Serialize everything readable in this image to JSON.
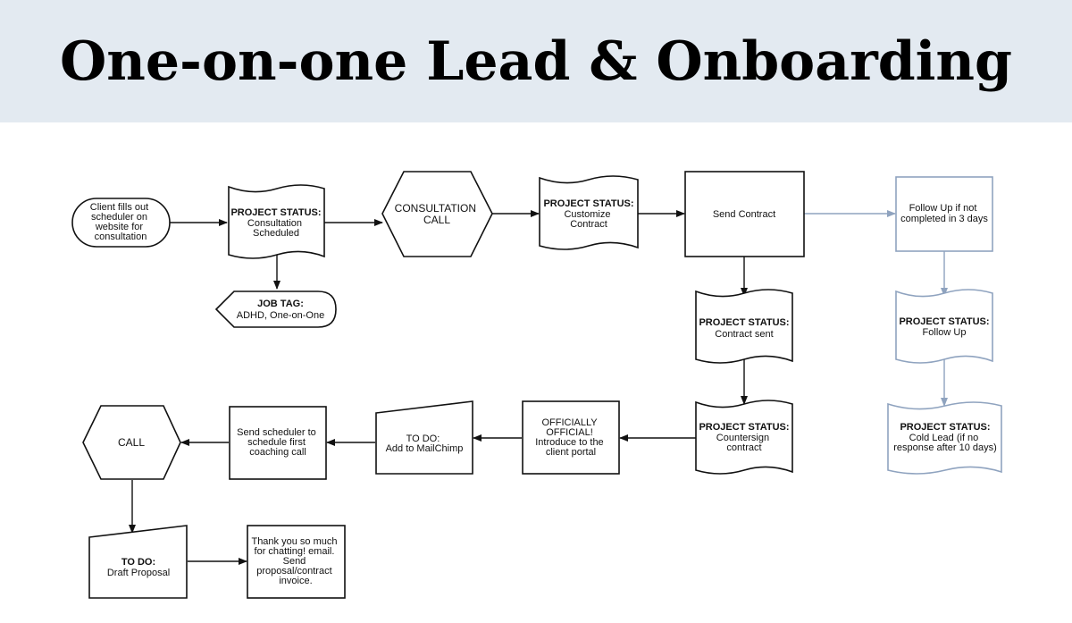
{
  "title": "One-on-one Lead & Onboarding",
  "colors": {
    "header_bg": "#e3eaf1",
    "main_stroke": "#111111",
    "followup_stroke": "#8fa3bf"
  },
  "nodes": {
    "client_fills": {
      "shape": "terminator",
      "lines": [
        "Client fills out",
        "scheduler on",
        "website for",
        "consultation"
      ]
    },
    "status_consult_scheduled": {
      "shape": "document",
      "bold": "PROJECT STATUS:",
      "lines": [
        "Consultation",
        "Scheduled"
      ]
    },
    "job_tag": {
      "shape": "display",
      "bold": "JOB TAG:",
      "lines": [
        "ADHD, One-on-One"
      ]
    },
    "consultation_call": {
      "shape": "hexagon",
      "lines": [
        "CONSULTATION",
        "CALL"
      ]
    },
    "status_customize": {
      "shape": "document",
      "bold": "PROJECT STATUS:",
      "lines": [
        "Customize",
        "Contract"
      ]
    },
    "send_contract": {
      "shape": "process",
      "lines": [
        "Send Contract"
      ]
    },
    "follow_up_if": {
      "shape": "process",
      "lines": [
        "Follow Up if not",
        "completed in 3 days"
      ]
    },
    "status_contract_sent": {
      "shape": "document",
      "bold": "PROJECT STATUS:",
      "lines": [
        "Contract sent"
      ]
    },
    "status_follow_up": {
      "shape": "document",
      "bold": "PROJECT STATUS:",
      "lines": [
        "Follow Up"
      ]
    },
    "status_countersign": {
      "shape": "document",
      "bold": "PROJECT STATUS:",
      "lines": [
        "Countersign",
        "contract"
      ]
    },
    "status_cold_lead": {
      "shape": "document",
      "bold": "PROJECT STATUS:",
      "lines": [
        "Cold Lead (if no",
        "response after 10 days)"
      ]
    },
    "officially_official": {
      "shape": "process",
      "lines": [
        "OFFICIALLY",
        "OFFICIAL!",
        "Introduce to the",
        "client portal"
      ]
    },
    "todo_mailchimp": {
      "shape": "manual-input",
      "lines": [
        "TO DO:",
        "Add to MailChimp"
      ]
    },
    "send_scheduler": {
      "shape": "process",
      "lines": [
        "Send scheduler to",
        "schedule first",
        "coaching call"
      ]
    },
    "call": {
      "shape": "hexagon",
      "lines": [
        "CALL"
      ]
    },
    "todo_draft": {
      "shape": "manual-input",
      "bold": "TO DO:",
      "lines": [
        "Draft Proposal"
      ]
    },
    "thank_you": {
      "shape": "process",
      "lines": [
        "Thank you so much",
        "for chatting! email.",
        "Send",
        "proposal/contract",
        "invoice."
      ]
    }
  }
}
